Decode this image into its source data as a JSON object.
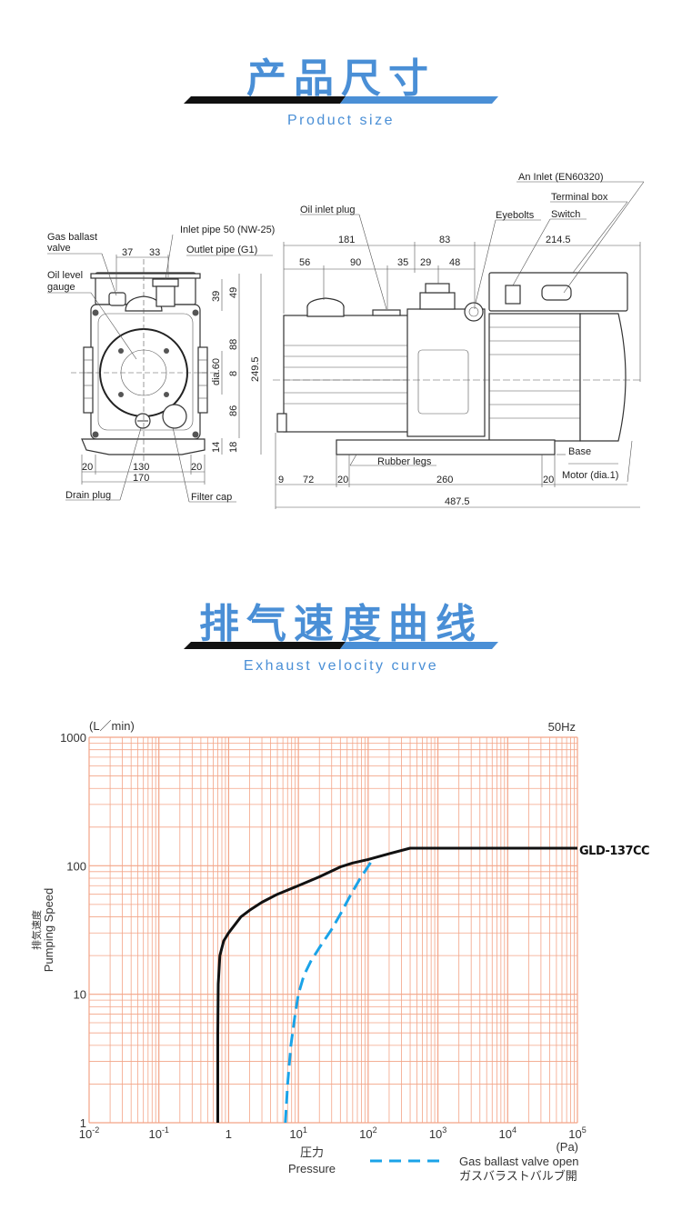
{
  "section1": {
    "title": "产品尺寸",
    "subtitle": "Product size"
  },
  "section2": {
    "title": "排气速度曲线",
    "subtitle": "Exhaust velocity curve"
  },
  "colors": {
    "accent": "#4a8fd6",
    "bar_dark": "#111111",
    "grid": "#f3a487",
    "curve": "#111111",
    "ballast_curve": "#1aa3e8"
  },
  "drawing": {
    "labels": {
      "gas_ballast_1": "Gas ballast",
      "gas_ballast_2": "valve",
      "inlet_pipe": "Inlet pipe 50 (NW-25)",
      "outlet_pipe": "Outlet pipe (G1)",
      "oil_level_1": "Oil level",
      "oil_level_2": "gauge",
      "drain_plug": "Drain plug",
      "filter_cap": "Filter cap",
      "oil_inlet_plug": "Oil inlet plug",
      "eyebolts": "Eyebolts",
      "switch": "Switch",
      "terminal_box": "Terminal box",
      "an_inlet": "An Inlet (EN60320)",
      "rubber_legs": "Rubber legs",
      "base": "Base",
      "motor": "Motor (dia.1)"
    },
    "front_dims": {
      "d37": "37",
      "d33": "33",
      "d39": "39",
      "d49": "49",
      "d88": "88",
      "dia60": "dia.60",
      "d8": "8",
      "d2495": "249.5",
      "d86": "86",
      "d14": "14",
      "d18": "18",
      "d20a": "20",
      "d130": "130",
      "d20b": "20",
      "d170": "170"
    },
    "side_dims": {
      "d181": "181",
      "d83": "83",
      "d2145": "214.5",
      "d56": "56",
      "d90": "90",
      "d35": "35",
      "d29": "29",
      "d48": "48",
      "d9": "9",
      "d72": "72",
      "d20a": "20",
      "d260": "260",
      "d20b": "20",
      "d4875": "487.5"
    }
  },
  "chart_data": {
    "type": "line",
    "title": "",
    "frequency_label": "50Hz",
    "y_unit": "(L／min)",
    "x_unit": "(Pa)",
    "ylabel_ja": "排気速度",
    "ylabel": "Pumping Speed",
    "xlabel_ja": "圧力",
    "xlabel": "Pressure",
    "x_scale": "log",
    "y_scale": "log",
    "xlim": [
      0.01,
      100000
    ],
    "ylim": [
      1,
      1000
    ],
    "grid": true,
    "y_ticks": [
      "1000",
      "100",
      "10",
      "1"
    ],
    "x_ticks": [
      {
        "base": "10",
        "exp": "-2"
      },
      {
        "base": "10",
        "exp": "-1"
      },
      {
        "base": "1",
        "exp": ""
      },
      {
        "base": "10",
        "exp": "1"
      },
      {
        "base": "10",
        "exp": "2"
      },
      {
        "base": "10",
        "exp": "3"
      },
      {
        "base": "10",
        "exp": "4"
      },
      {
        "base": "10",
        "exp": "5"
      }
    ],
    "series": [
      {
        "name": "GLD-137CC",
        "style": "solid",
        "x": [
          0.7,
          0.7,
          0.71,
          0.75,
          0.85,
          1,
          1.5,
          2,
          3,
          5,
          10,
          20,
          40,
          60,
          100,
          200,
          400,
          100000
        ],
        "y": [
          1,
          5,
          12,
          20,
          26,
          30,
          40,
          45,
          52,
          60,
          70,
          82,
          98,
          105,
          112,
          124,
          137,
          137
        ]
      },
      {
        "name": "Gas ballast valve open",
        "name_ja": "ガスバラストバルブ開",
        "style": "dashed",
        "x": [
          6.5,
          7,
          7.8,
          9,
          10,
          12,
          15,
          20,
          30,
          40,
          55,
          75,
          120
        ],
        "y": [
          1,
          2,
          4,
          7,
          10,
          14,
          18,
          23,
          32,
          42,
          58,
          78,
          115
        ]
      }
    ]
  }
}
